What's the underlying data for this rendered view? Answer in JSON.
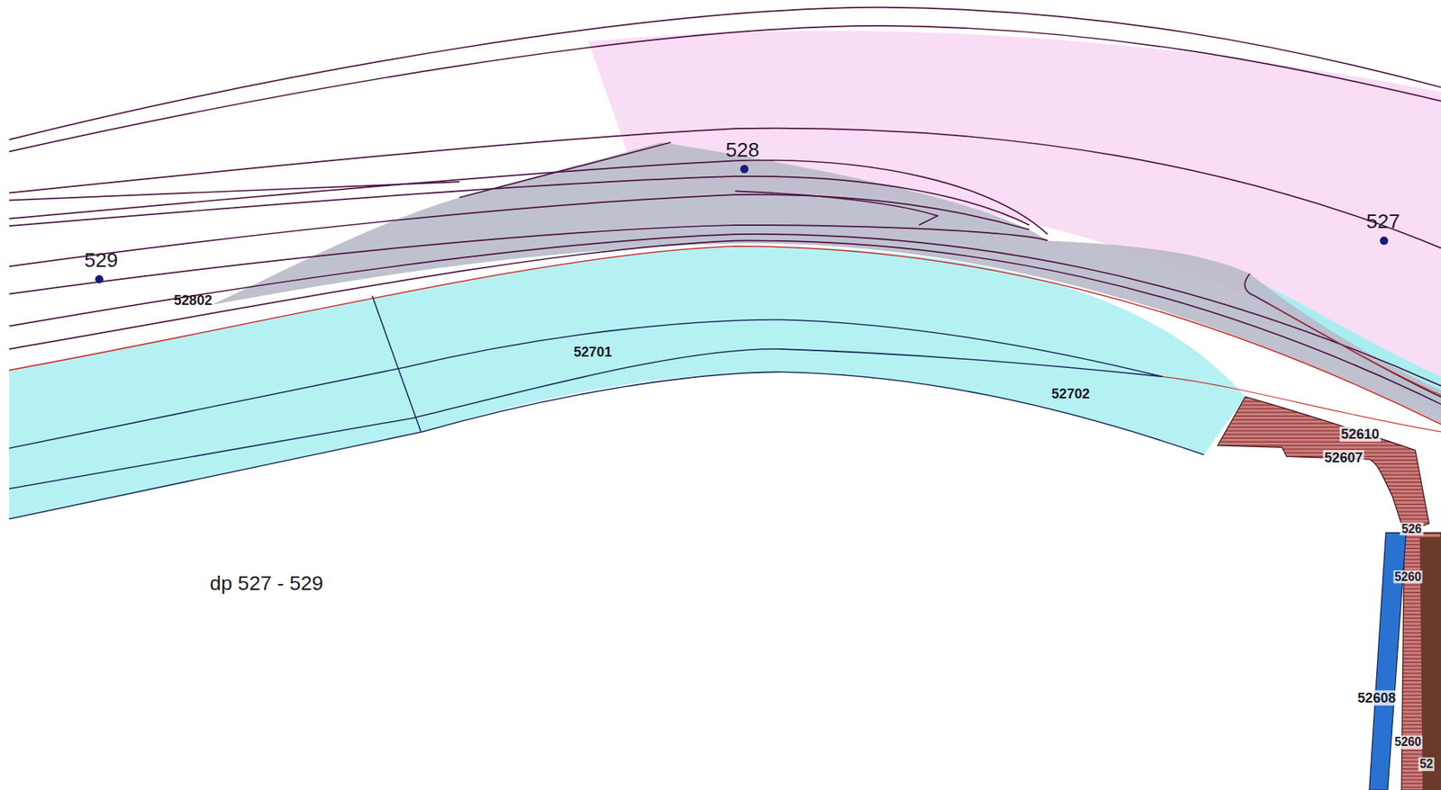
{
  "diagram": {
    "labels": [
      "529",
      "528",
      "527",
      "52802",
      "52701",
      "52702",
      "52610",
      "52607",
      "526",
      "5260",
      "52608",
      "5260",
      "52",
      "dp 527 - 529"
    ]
  }
}
